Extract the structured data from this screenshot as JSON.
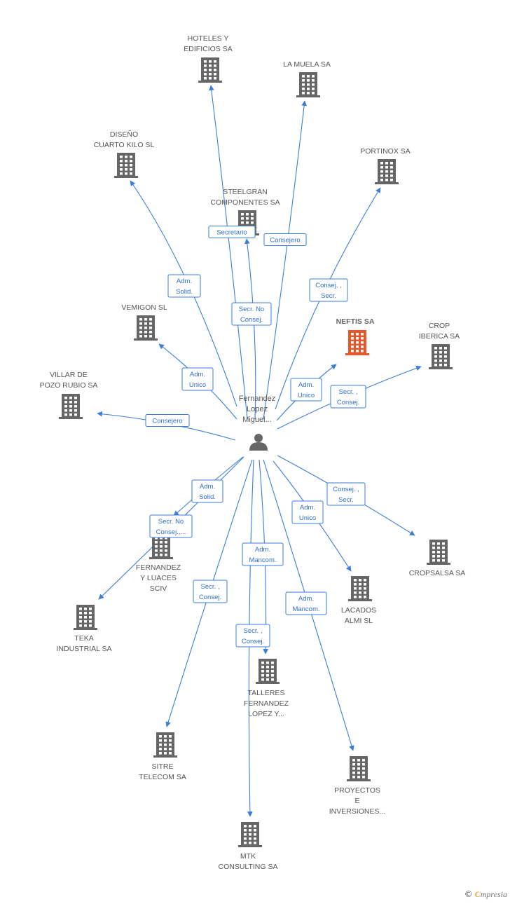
{
  "colors": {
    "edge": "#3b7dd8",
    "building": "#666666",
    "highlight": "#e8562a"
  },
  "center": {
    "name_lines": [
      "Fernandez",
      "Lopez",
      "Miguel..."
    ],
    "icon": "person-icon"
  },
  "nodes": [
    {
      "id": "hoteles",
      "lines": [
        "HOTELES Y",
        "EDIFICIOS SA"
      ],
      "icon": "building-icon"
    },
    {
      "id": "lamuela",
      "lines": [
        "LA MUELA SA"
      ],
      "icon": "building-icon"
    },
    {
      "id": "diseno",
      "lines": [
        "DISEÑO",
        "CUARTO KILO SL"
      ],
      "icon": "building-icon"
    },
    {
      "id": "portinox",
      "lines": [
        "PORTINOX SA"
      ],
      "icon": "building-icon"
    },
    {
      "id": "steelgran",
      "lines": [
        "STEELGRAN",
        "COMPONENTES SA"
      ],
      "icon": "building-icon"
    },
    {
      "id": "vemigon",
      "lines": [
        "VEMIGON SL"
      ],
      "icon": "building-icon"
    },
    {
      "id": "neftis",
      "lines": [
        "NEFTIS SA"
      ],
      "icon": "building-icon",
      "highlight": true
    },
    {
      "id": "crop",
      "lines": [
        "CROP",
        "IBERICA SA"
      ],
      "icon": "building-icon"
    },
    {
      "id": "villar",
      "lines": [
        "VILLAR DE",
        "POZO RUBIO SA"
      ],
      "icon": "building-icon"
    },
    {
      "id": "fluaces",
      "lines": [
        "FERNANDEZ",
        "Y LUACES",
        "SCIV"
      ],
      "icon": "building-icon"
    },
    {
      "id": "cropsalsa",
      "lines": [
        "CROPSALSA SA"
      ],
      "icon": "building-icon"
    },
    {
      "id": "lacados",
      "lines": [
        "LACADOS",
        "ALMI SL"
      ],
      "icon": "building-icon"
    },
    {
      "id": "teka",
      "lines": [
        "TEKA",
        "INDUSTRIAL SA"
      ],
      "icon": "building-icon"
    },
    {
      "id": "talleres",
      "lines": [
        "TALLERES",
        "FERNANDEZ",
        "LOPEZ Y..."
      ],
      "icon": "building-icon"
    },
    {
      "id": "sitre",
      "lines": [
        "SITRE",
        "TELECOM SA"
      ],
      "icon": "building-icon"
    },
    {
      "id": "proyectos",
      "lines": [
        "PROYECTOS",
        "E",
        "INVERSIONES..."
      ],
      "icon": "building-icon"
    },
    {
      "id": "mtk",
      "lines": [
        "MTK",
        "CONSULTING SA"
      ],
      "icon": "building-icon"
    }
  ],
  "edges": [
    {
      "to": "hoteles",
      "lines": [
        "Secretario"
      ]
    },
    {
      "to": "lamuela",
      "lines": [
        "Consejero"
      ]
    },
    {
      "to": "diseno",
      "lines": [
        "Adm.",
        "Solid."
      ]
    },
    {
      "to": "portinox",
      "lines": [
        "Consej. ,",
        "Secr."
      ]
    },
    {
      "to": "steelgran",
      "lines": [
        "Secr.  No",
        "Consej."
      ]
    },
    {
      "to": "vemigon",
      "lines": [
        "Adm.",
        "Unico"
      ]
    },
    {
      "to": "neftis",
      "lines": [
        "Adm.",
        "Unico"
      ]
    },
    {
      "to": "crop",
      "lines": [
        "Secr. ,",
        "Consej."
      ]
    },
    {
      "to": "villar",
      "lines": [
        "Consejero"
      ]
    },
    {
      "to": "fluaces",
      "lines": [
        "Secr.  No",
        "Consej.,..."
      ]
    },
    {
      "to": "teka",
      "lines": [
        "Adm.",
        "Solid."
      ]
    },
    {
      "to": "cropsalsa",
      "lines": [
        "Consej. ,",
        "Secr."
      ]
    },
    {
      "to": "lacados",
      "lines": [
        "Adm.",
        "Unico"
      ]
    },
    {
      "to": "sitre",
      "lines": [
        "Secr. ,",
        "Consej."
      ]
    },
    {
      "to": "mtk",
      "lines": [
        "Adm.",
        "Mancom."
      ]
    },
    {
      "to": "talleres",
      "lines": [
        "Secr. ,",
        "Consej."
      ]
    },
    {
      "to": "proyectos",
      "lines": [
        "Adm.",
        "Mancom."
      ]
    }
  ],
  "footer": {
    "copyright": "©",
    "brand_initial": "C",
    "brand_rest": "mpresia"
  }
}
